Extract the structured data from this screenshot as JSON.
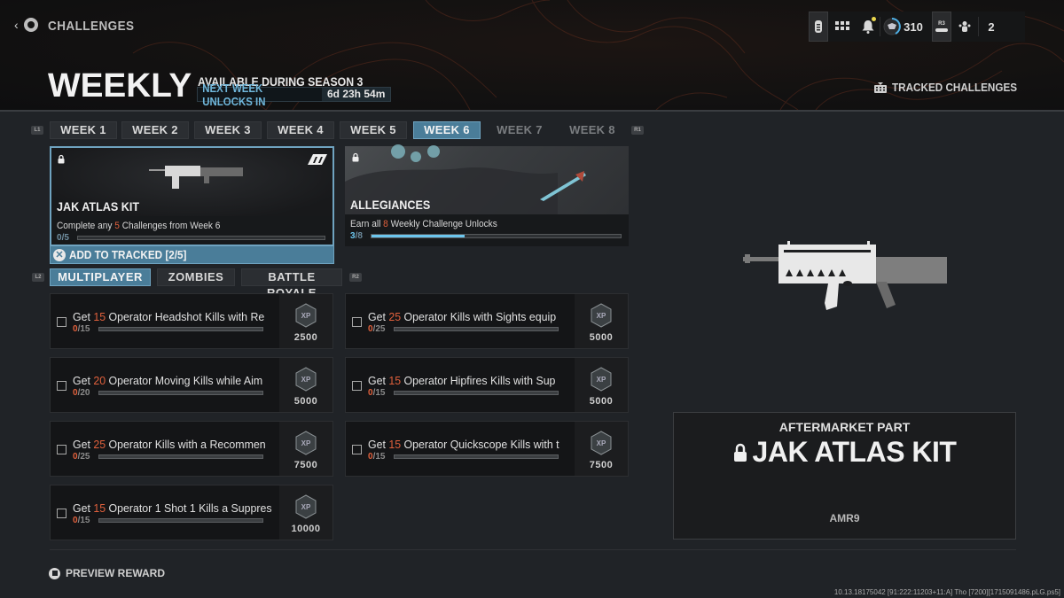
{
  "header": {
    "breadcrumb": "CHALLENGES",
    "title": "WEEKLY",
    "availability": "AVAILABLE DURING SEASON 3",
    "next_unlock_label": "NEXT WEEK UNLOCKS IN",
    "next_unlock_time": "6d 23h 54m",
    "tracked_challenges_label": "TRACKED CHALLENGES"
  },
  "hud": {
    "level_value": "310",
    "party_count": "2",
    "notification_dot_color": "#e9d64c",
    "r3_hint": "R3"
  },
  "week_tabs": {
    "left_hint": "L1",
    "right_hint": "R1",
    "items": [
      {
        "label": "WEEK 1",
        "state": "normal"
      },
      {
        "label": "WEEK 2",
        "state": "normal"
      },
      {
        "label": "WEEK 3",
        "state": "normal"
      },
      {
        "label": "WEEK 4",
        "state": "normal"
      },
      {
        "label": "WEEK 5",
        "state": "normal"
      },
      {
        "label": "WEEK 6",
        "state": "active"
      },
      {
        "label": "WEEK 7",
        "state": "locked"
      },
      {
        "label": "WEEK 8",
        "state": "locked"
      }
    ]
  },
  "rewards": [
    {
      "name": "JAK ATLAS KIT",
      "desc_pre": "Complete any ",
      "desc_num": "5",
      "desc_post": " Challenges from Week 6",
      "progress_current": "0",
      "progress_total": "/5",
      "progress_pct": 0,
      "selected": true
    },
    {
      "name": "ALLEGIANCES",
      "desc_pre": "Earn all ",
      "desc_num": "8",
      "desc_post": " Weekly Challenge Unlocks",
      "progress_current": "3",
      "progress_total": "/8",
      "progress_pct": 37.5,
      "selected": false
    }
  ],
  "add_to_tracked": {
    "button_glyph": "✕",
    "label": "ADD TO TRACKED [2/5]"
  },
  "mode_tabs": {
    "left_hint": "L2",
    "right_hint": "R2",
    "items": [
      {
        "label": "MULTIPLAYER",
        "active": true
      },
      {
        "label": "ZOMBIES",
        "active": false
      },
      {
        "label": "BATTLE ROYALE",
        "active": false
      }
    ]
  },
  "challenges": [
    {
      "pre": "Get ",
      "num": "15",
      "post": " Operator Headshot Kills with Re",
      "current": "0",
      "total": "/15",
      "xp": "2500"
    },
    {
      "pre": "Get ",
      "num": "25",
      "post": " Operator Kills with Sights equip",
      "current": "0",
      "total": "/25",
      "xp": "5000"
    },
    {
      "pre": "Get ",
      "num": "20",
      "post": " Operator Moving Kills while Aim",
      "current": "0",
      "total": "/20",
      "xp": "5000"
    },
    {
      "pre": "Get ",
      "num": "15",
      "post": " Operator Hipfires Kills with Sup",
      "current": "0",
      "total": "/15",
      "xp": "5000"
    },
    {
      "pre": "Get ",
      "num": "25",
      "post": " Operator Kills with a Recommen",
      "current": "0",
      "total": "/25",
      "xp": "7500"
    },
    {
      "pre": "Get ",
      "num": "15",
      "post": " Operator Quickscope Kills with t",
      "current": "0",
      "total": "/15",
      "xp": "7500"
    },
    {
      "pre": "Get ",
      "num": "15",
      "post": " Operator 1 Shot 1 Kills a Suppres",
      "current": "0",
      "total": "/15",
      "xp": "10000"
    }
  ],
  "preview": {
    "category": "AFTERMARKET PART",
    "name": "JAK ATLAS KIT",
    "weapon": "AMR9"
  },
  "footer": {
    "preview_reward_label": "PREVIEW REWARD",
    "build_string": "10.13.18175042 [91:222:11203+11:A] Tho [7200][1715091486.pLG.ps5]"
  },
  "colors": {
    "accent_blue": "#4a7d99",
    "accent_orange": "#e0603c",
    "progress_cyan": "#6cc6ee"
  }
}
